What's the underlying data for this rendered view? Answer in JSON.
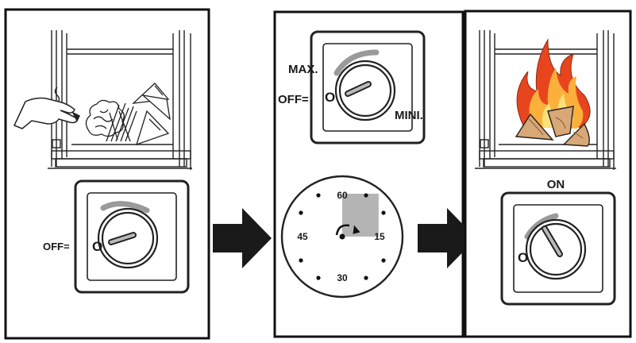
{
  "panel1": {
    "off_label": "OFF=",
    "zero_mark": "O"
  },
  "panel2": {
    "max_label": "MAX.",
    "off_label": "OFF=",
    "zero_mark": "O",
    "min_label": "MINI.",
    "clock_numbers": [
      "60",
      "15",
      "30",
      "45"
    ],
    "clock_shaded_fraction": 0.25
  },
  "panel3": {
    "on_label": "ON",
    "zero_mark": "O"
  },
  "colors": {
    "ink": "#1a1a1a",
    "knob_arc": "#9a9a9a",
    "clock_shade": "#b4b4b4",
    "flame_outer": "#e8451f",
    "flame_inner": "#fbb03b",
    "flame_core": "#ffe07a",
    "wood": "#d9a877"
  }
}
